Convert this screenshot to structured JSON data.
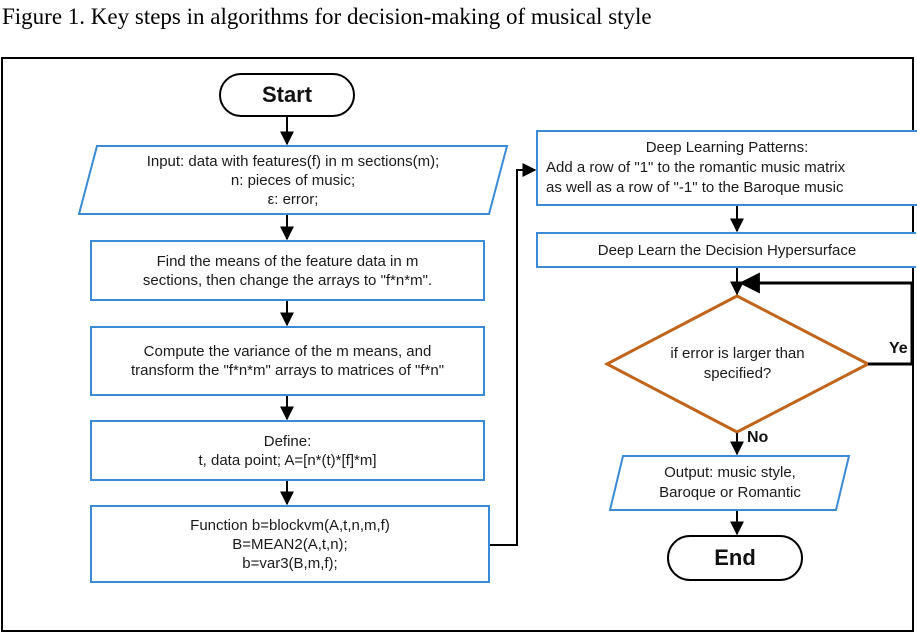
{
  "caption": "Figure 1. Key steps in algorithms for decision-making of musical style",
  "colors": {
    "process_border": "#3a8ad6",
    "decision_border": "#c0651b",
    "terminal_border": "#000000",
    "arrow": "#000000"
  },
  "flowchart": {
    "start": {
      "label": "Start"
    },
    "input": {
      "lines": [
        "Input: data with features(f) in m sections(m);",
        "n: pieces of music;",
        "ε: error;"
      ]
    },
    "step_means": {
      "lines": [
        "Find the means of the feature data in m",
        "sections, then change the arrays to \"f*n*m\"."
      ]
    },
    "step_variance": {
      "lines": [
        "Compute the variance of the m means, and",
        "transform the \"f*n*m\" arrays to matrices of  \"f*n\""
      ]
    },
    "step_define": {
      "lines": [
        "Define:",
        "t, data point; A=[n*(t)*[f]*m]"
      ]
    },
    "step_function": {
      "lines": [
        "Function b=blockvm(A,t,n,m,f)",
        "B=MEAN2(A,t,n);",
        "b=var3(B,m,f);"
      ]
    },
    "step_patterns": {
      "lines": [
        "Deep Learning Patterns:",
        "Add a row of \"1\" to the romantic music matrix",
        "as well as a row of \"-1\" to the Baroque music"
      ]
    },
    "step_deep_learn": {
      "lines": [
        "Deep Learn the Decision Hypersurface"
      ]
    },
    "decision": {
      "lines": [
        "if error is larger than",
        "specified?"
      ],
      "yes_label": "Ye",
      "no_label": "No"
    },
    "output": {
      "lines": [
        "Output: music style,",
        "Baroque or Romantic"
      ]
    },
    "end": {
      "label": "End"
    }
  }
}
